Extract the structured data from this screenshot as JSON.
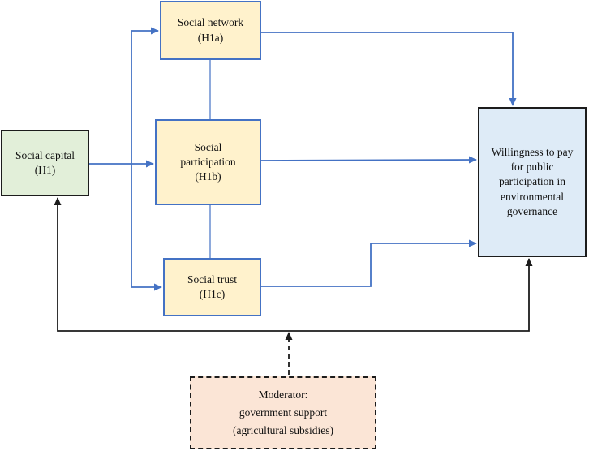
{
  "nodes": {
    "social_capital": {
      "line1": "Social capital",
      "line2": "(H1)"
    },
    "social_network": {
      "line1": "Social network",
      "line2": "(H1a)"
    },
    "social_participation": {
      "line1": "Social",
      "line2": "participation",
      "line3": "(H1b)"
    },
    "social_trust": {
      "line1": "Social trust",
      "line2": "(H1c)"
    },
    "willingness_to_pay": {
      "line1": "Willingness to pay",
      "line2": "for public",
      "line3": "participation in",
      "line4": "environmental",
      "line5": "governance"
    },
    "moderator": {
      "line1": "Moderator:",
      "line2": "government support",
      "line3": "(agricultural subsidies)"
    }
  },
  "colors": {
    "blue_arrow": "#4472c4",
    "black_arrow": "#1c1c1c",
    "capital_fill": "#e2efd9",
    "mediator_fill": "#fff2cc",
    "outcome_fill": "#deebf7",
    "moderator_fill": "#fbe5d6"
  }
}
